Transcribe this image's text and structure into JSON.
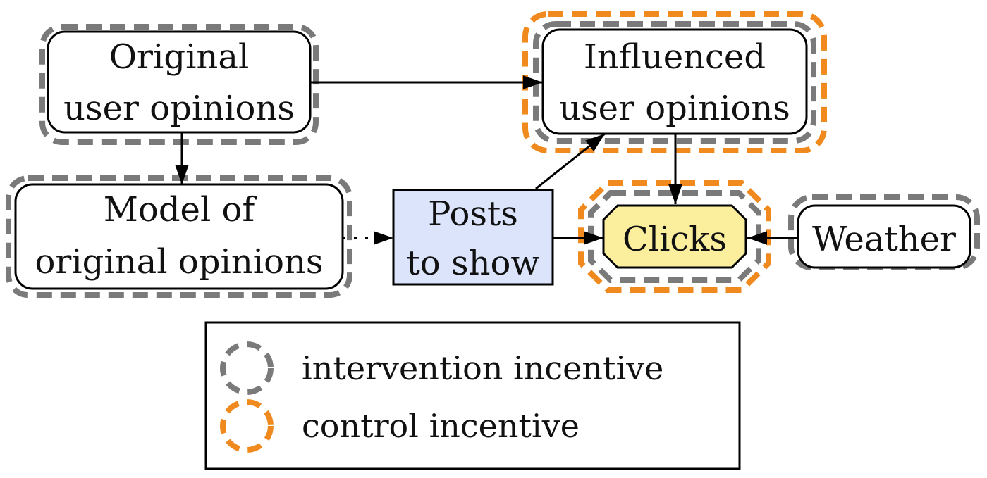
{
  "colors": {
    "intervention_ring": "#7a7a7a",
    "control_ring": "#f08a1e",
    "decision_fill": "#dce4fb",
    "utility_fill": "#fbef9e",
    "edge": "#000000"
  },
  "nodes": {
    "original": {
      "line1": "Original",
      "line2": "user opinions"
    },
    "influenced": {
      "line1": "Influenced",
      "line2": "user opinions"
    },
    "model": {
      "line1": "Model of",
      "line2": "original opinions"
    },
    "posts": {
      "line1": "Posts",
      "line2": "to show"
    },
    "clicks": {
      "label": "Clicks"
    },
    "weather": {
      "label": "Weather"
    }
  },
  "legend": {
    "items": [
      {
        "label": "intervention incentive",
        "ring": "intervention"
      },
      {
        "label": "control incentive",
        "ring": "control"
      }
    ]
  }
}
